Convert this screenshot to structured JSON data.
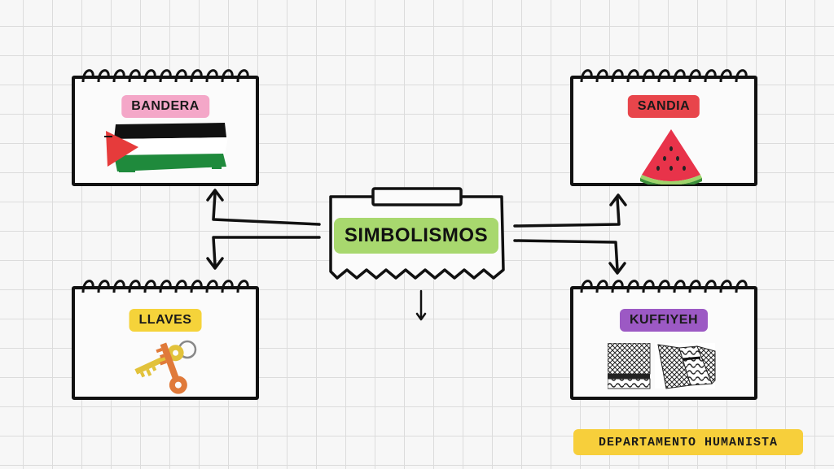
{
  "diagram": {
    "center": {
      "label": "SIMBOLISMOS",
      "color": "#a8d86e"
    },
    "nodes": [
      {
        "id": "bandera",
        "label": "BANDERA",
        "color": "#f4a7c8",
        "icon": "palestine-flag-icon"
      },
      {
        "id": "sandia",
        "label": "SANDIA",
        "color": "#e8454b",
        "icon": "watermelon-slice-icon"
      },
      {
        "id": "llaves",
        "label": "LLAVES",
        "color": "#f5d33a",
        "icon": "keys-icon"
      },
      {
        "id": "kuffiyeh",
        "label": "KUFFIYEH",
        "color": "#9c59c4",
        "icon": "kuffiyeh-pattern-icon"
      }
    ]
  },
  "footer": {
    "label": "DEPARTAMENTO HUMANISTA",
    "color": "#f7cf3b"
  }
}
